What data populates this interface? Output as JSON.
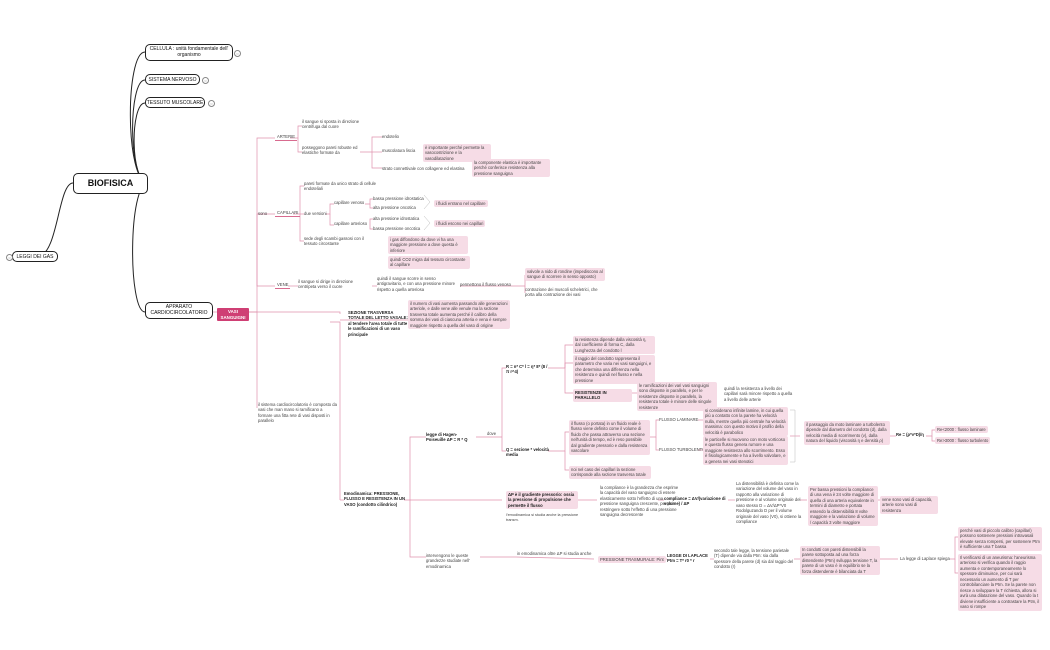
{
  "root": "BIOFISICA",
  "top_nodes": {
    "cellula": "CELLULA : unità fondamentale dell' organismo",
    "nervoso": "SISTEMA NERVOSO",
    "muscolare": "TESSUTO MUSCOLARE",
    "apparato": "APPARATO CARDIOCIRCOLATORIO",
    "gas": "LEGGI DEI GAS"
  },
  "vasi": {
    "label": "VASI SANGUIGNI",
    "note": "il sistema cardiocircolatorio è composto da vasi che man mano si ramificano a formare una fitta rete di vasi disposti in parallelo",
    "sono": "sono",
    "arterie": {
      "label": "ARTERIE",
      "t1": "il sangue si sposta in direzione centrifuga dal cuore",
      "t2": "posseggono pareti robuste ed elastiche formate da",
      "endotelio": "endotelio",
      "muscolatura": "muscolatura liscia",
      "muscolatura_note": "è importante perché permette la vasocostrizione e la vasodilatazione",
      "strato": "strato connettivale con collagene ed elastina",
      "strato_note": "la componente elastica è importante perché conferisce resistenza alla pressione sanguigna"
    },
    "capillari": {
      "label": "CAPILLARI",
      "t1": "pareti formate da unico strato di cellule endoteliali",
      "due": "due versioni",
      "venosi": "capillare venoso",
      "venosi_a": "bassa pressione idrostatica",
      "venosi_b": "alta pressione oncotica",
      "venosi_note": "i fluidi entrano nel capillare",
      "arteriosi": "capillare arterioso",
      "arteriosi_a": "alta pressione idrostatica",
      "arteriosi_b": "bassa pressione oncotica",
      "arteriosi_note": "i fluidi escono nei capillari",
      "sede": "sede degli scambi gassosi con il tessuto circostante",
      "sede_note": "i gas diffondono da dove vi ha una maggiore pressione a dove questa è inferiore",
      "co2": "quindi CO2 migra dal tessuto circostante al capillare"
    },
    "vene": {
      "label": "VENE",
      "t1": "il sangue si dirige in direzione centripeta verso il cuore",
      "t2": "quindi il sangue scorre in senso antigravitario, e con una pressione minore rispetto a quella arteriosa",
      "t3": "permettono il flusso venoso",
      "t4": "valvole a nido di rondine (impediscono al sangue di scorrere in senso opposto)",
      "t5": "contrazione dei muscoli scheletrici, che porta alla contrazione dei vasi"
    }
  },
  "sezione": {
    "label": "SEZIONE TRASVERSA TOTALE DEL LETTO VASALE: al tendere l'area totale di tutte le ramificazioni di un vaso principale",
    "note": "il numero di vasi aumenta passando alle generazioni arteriole, e dalle vene alle venule ma la sezione trasversa totale aumenta perché il calibro della somma dei vasi di ciascuna arteria e vena è sempre maggiore rispetto a quella del vaso di origine"
  },
  "emodinamica": {
    "label": "Emodinamica: PRESSIONE, FLUSSO E RESISTENZA IN UN VASO (condotto cilindrico)",
    "poiseuille": "legge di Hagen-Poiseuille ΔP = R * Q",
    "dove": "dove",
    "r_formula": "R = n* C* l = η* 8* (8 / π r^4)",
    "r1": "la resistenza dipende dalla viscosità η, dal coefficiente di forma C, dalla Lunghezza del condotto l",
    "r2": "il raggio del condotto rappresenta il parametro che varia nei vasi sanguigni, e che determina una differenza nella resistenza e quindi nel flusso e nella pressione",
    "parallelo": "RESISTENZE IN PARALLELO",
    "parallelo_note": "le ramificazioni dei vari vasi sanguigni sono disposte in parallelo, e per le resistenze disposte in parallelo, la resistenza totale è minore delle singole resistenze",
    "parallelo_note2": "quindi la resistenza a livello dei capillari sarà minore rispetto a quella a livello delle arterie",
    "q_formula": "Q = sezione * velocità media",
    "q1": "il flusso (o portata) in un fluido reale è flusso viene definito come il volume di fluido che passa attraverso una sezione nell'unità di tempo, ed è reso possibile dal gradiente pressorio e dalla resistenza vascolare",
    "laminare": "FLUSSO LAMINARE",
    "laminare_note": "si considerano infinite lamine, in cui quella più a contatto con la parete ha velocità nulla, mentre quella più centrale ha velocità massima: con questo motivo il profilo della velocità è parabolico",
    "turbolento": "FLUSSO TURBOLENTO",
    "turbolento_note": "le particelle si muovono con moto vorticoso e questo flusso genera rumore e una maggiore resistenza allo scorrimento. Esso è fisiologicamente e ha a livello valvolare, e a genera nei vasi stenotici",
    "reynolds_note": "il passaggio da moto laminare a turbolento dipende dal diametro del condotto (d), dalla velocità media di scorrimento (v), dalla natura del liquido (viscosità η e densità ρ)",
    "reynolds": "Re = (ρ*v*D)/η",
    "re1": "Re<2000 : flusso laminare",
    "re2": "Re>3000 : flusso turbolento",
    "sezione_note": "noi nel caso dei capillari la sezione corrisponde alla sezione trasversa totale",
    "dp": "ΔP è il gradiente pressorio: ossia la pressione di propulsione che permette il flusso",
    "dp_sub": "l'emodinamica si studia anche la pressione transm.",
    "dp_note": "la compliance è la grandezza che esprime la capacità del vaso sanguigno di essere elasticamente sotto l'effetto di una pressione sanguigna crescente, per poi restringere sotto l'effetto di una pressione sanguigna decrescente",
    "compliance": "compliance = ΔV/(variazione di volume) / ΔP",
    "compliance_note": "La distensibilità è definita come la variazione del volume del vaso in rapporto alla variazione di pressione e al volume originale del vaso stesso D = ΔV/ΔP*V0 Rodolguzando D per il volume originale del vaso (V0), si ottiene la compliance",
    "compliance_note2": "Per bassa pressioni la compliance di una vena è 24 volte maggiore di quella di una arteria equivalente in termini di diametro e portata essendo la distensibilità 8 volte maggiore e la variazione di volume / capacità 3 volte maggiore",
    "compliance_note3": "vene sono vasi di capacità, arterie sono vasi di resistenza",
    "trasmurale_label": "intervengono le queste grandezze studiate nell' emodinamica",
    "trasmurale_mid": "in emodinamica oltre ΔP si studia anche",
    "trasmurale": "PRESSIONE TRASMURALE: Pint",
    "laplace": "LEGGE DI LAPLACE Ptm = T* r0 * r",
    "laplace_note": "secondo tale legge, la tensione parietale (T) dipende via dalla Ptm: sia dalla spessore della parete (d) sia dal raggio del condotto (r)",
    "laplace_note2": "In condotti con pareti distensibili la parete sottoposta ad una forza distendente (Ptm) sviluppa tensione T, la parete di un vaso è in equilibrio se la forza distendente è bilanciata da T",
    "laplace_spiega": "La legge di Laplace spiega",
    "capillari_note": "perché vasi di piccolo calibro (capillari) possono sostenere pressioni intravasali elevate senza rompersi, per sostenere Ptm è sufficiente una T bassa",
    "aneurisma_note": "Il verificarsi di un aneurisma: l'aneurisma arterioso si verifica quando il raggio aumenta e contemporaneamente lo spessore diminuisce, per cui sarà necessario un aumento di T per controbilanciare la Ptm. Se la parete non riesce a sviluppare la T richiesta, allora si avrà una dilatazione del vaso. Quando la t diviene insufficiente a contrastare la Ptm, il vaso si rompe"
  }
}
